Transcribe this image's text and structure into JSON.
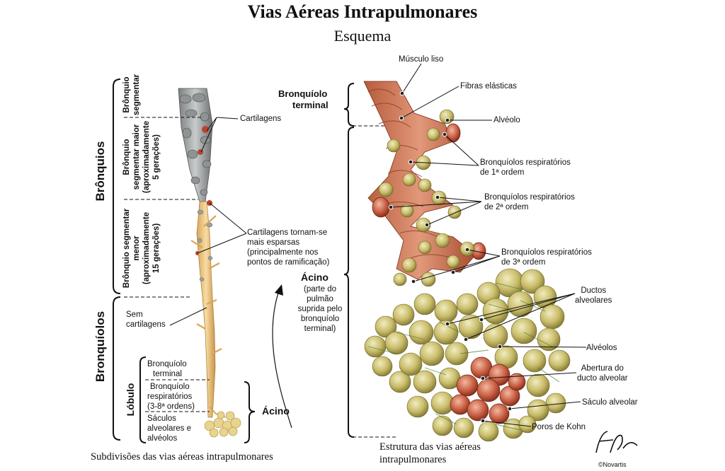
{
  "header": {
    "title": "Vias Aéreas Intrapulmonares",
    "subtitle": "Esquema"
  },
  "left": {
    "vertical": {
      "bronquios": "Brônquios",
      "bronquiolos": "Bronquíolos",
      "lobulo": "Lóbulo",
      "seg_l1": "Brônquio",
      "seg_l2": "segmentar",
      "seg_maior_l1": "Brônquio",
      "seg_maior_l2": "segmentar maior",
      "seg_maior_l3": "(aproximadamente",
      "seg_maior_l4": "5 gerações)",
      "seg_menor_l1": "Brônquio segmentar",
      "seg_menor_l2": "menor",
      "seg_menor_l3": "(aproximadamente",
      "seg_menor_l4": "15 gerações)"
    },
    "labels": {
      "cartilagens": "Cartilagens",
      "esparsas_l1": "Cartilagens tornam-se",
      "esparsas_l2": "mais esparsas",
      "esparsas_l3": "(principalmente nos",
      "esparsas_l4": "pontos de ramificação)",
      "sem_l1": "Sem",
      "sem_l2": "cartilagens",
      "bt_l1": "Bronquíolo",
      "bt_l2": "terminal",
      "br_l1": "Bronquíolo",
      "br_l2": "respiratórios",
      "br_l3": "(3-8ª ordens)",
      "sac_l1": "Sáculos",
      "sac_l2": "alveolares e",
      "sac_l3": "alvéolos",
      "acino": "Ácino"
    },
    "caption": "Subdivisões das vias aéreas intrapulmonares"
  },
  "middle": {
    "acino_title": "Ácino",
    "acino_l1": "(parte do",
    "acino_l2": "pulmão",
    "acino_l3": "suprida pelo",
    "acino_l4": "bronquíolo",
    "acino_l5": "terminal)",
    "bronquiolo_terminal_l1": "Bronquíolo",
    "bronquiolo_terminal_l2": "terminal"
  },
  "right": {
    "labels": {
      "musculo": "Músculo liso",
      "fibras": "Fibras elásticas",
      "alveolo": "Alvéolo",
      "br1_l1": "Bronquíolos respiratórios",
      "br1_l2": "de 1ª ordem",
      "br2_l1": "Bronquíolos respiratórios",
      "br2_l2": "de 2ª ordem",
      "br3_l1": "Bronquíolos respiratórios",
      "br3_l2": "de 3ª ordem",
      "ductos_l1": "Ductos",
      "ductos_l2": "alveolares",
      "alveolos": "Alvéolos",
      "abertura_l1": "Abertura do",
      "abertura_l2": "ducto alveolar",
      "saculo": "Sáculo alveolar",
      "poros": "Poros de Kohn"
    },
    "caption_l1": "Estrutura das vias aéreas",
    "caption_l2": "intrapulmonares",
    "signature": "F. Netter",
    "credit": "©Novartis"
  }
}
